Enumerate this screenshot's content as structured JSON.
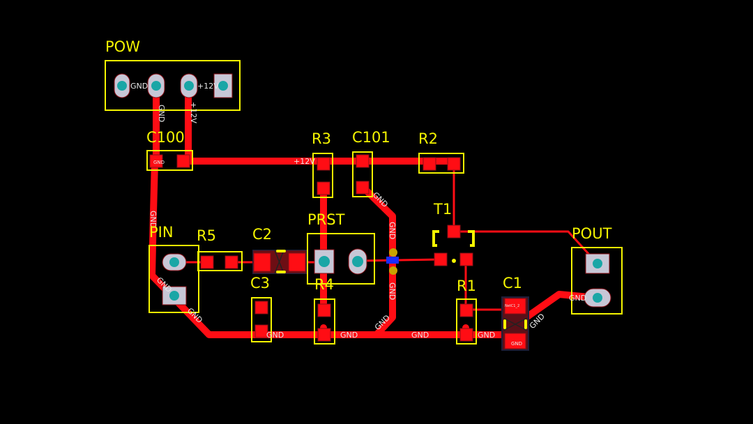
{
  "colors": {
    "background": "#000000",
    "copper": "#ff0d14",
    "silkscreen": "#f5f500",
    "pad": "#c7c7d6",
    "hole": "#1aa6a6",
    "net_label": "#e8e8e8",
    "via_bottom": "#1a2cff"
  },
  "designators": {
    "pow": "POW",
    "c100": "C100",
    "r3": "R3",
    "c101": "C101",
    "r2": "R2",
    "t1": "T1",
    "pin": "PIN",
    "r5": "R5",
    "c2": "C2",
    "prst": "PRST",
    "pout": "POUT",
    "c3": "C3",
    "r4": "R4",
    "r1": "R1",
    "c1": "C1"
  },
  "nets": {
    "gnd": "GND",
    "v12": "+12V",
    "netc1_2": "NetC1_2"
  }
}
